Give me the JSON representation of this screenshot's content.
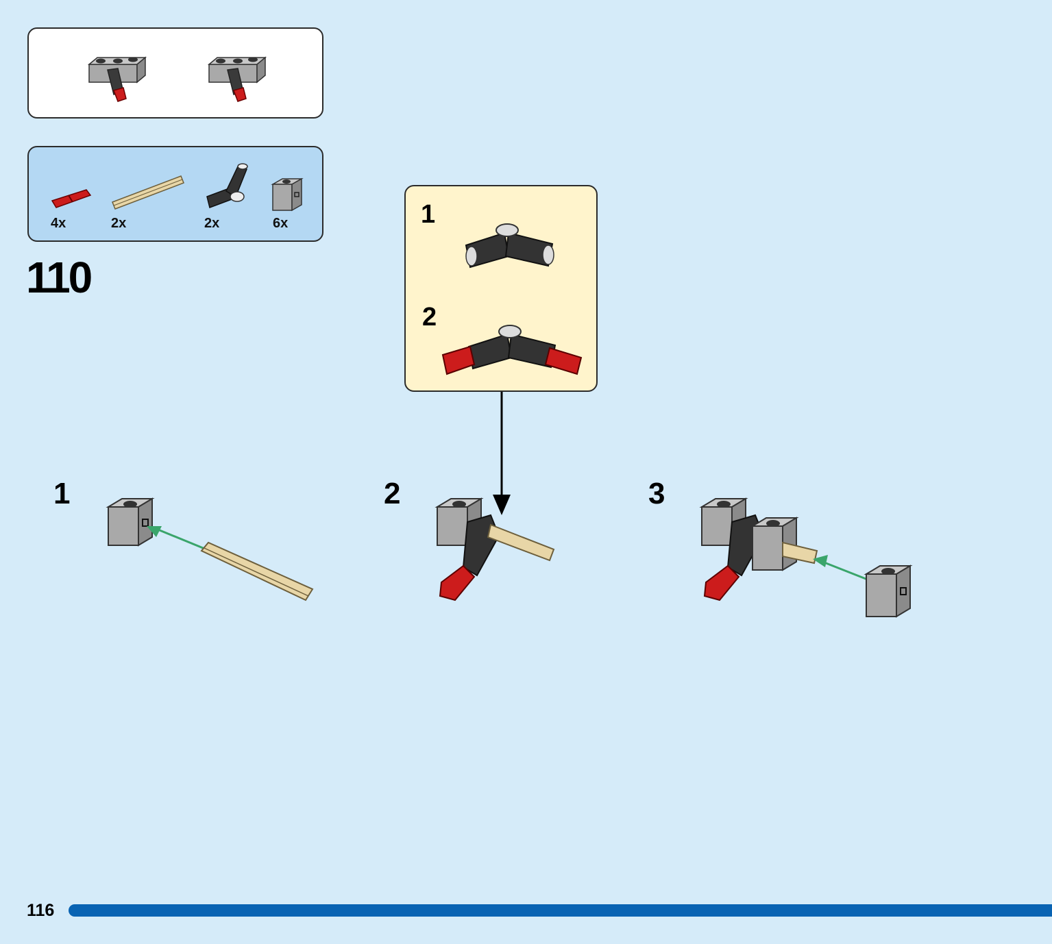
{
  "step": {
    "number": "110"
  },
  "page": {
    "number": "116"
  },
  "colors": {
    "background": "#d5ebf9",
    "parts_panel": "#b4d8f3",
    "subassembly_panel": "#fff4cc",
    "page_bar": "#0863b3",
    "arrow_green": "#3aa56b"
  },
  "parts_list": [
    {
      "qty": "4x",
      "part": "red-axle-pin-icon"
    },
    {
      "qty": "2x",
      "part": "tan-axle-icon"
    },
    {
      "qty": "2x",
      "part": "black-angled-connector-icon"
    },
    {
      "qty": "6x",
      "part": "gray-technic-brick-icon"
    }
  ],
  "result": {
    "count": 2
  },
  "subassembly": {
    "steps": [
      "1",
      "2"
    ]
  },
  "substeps": [
    "1",
    "2",
    "3"
  ]
}
